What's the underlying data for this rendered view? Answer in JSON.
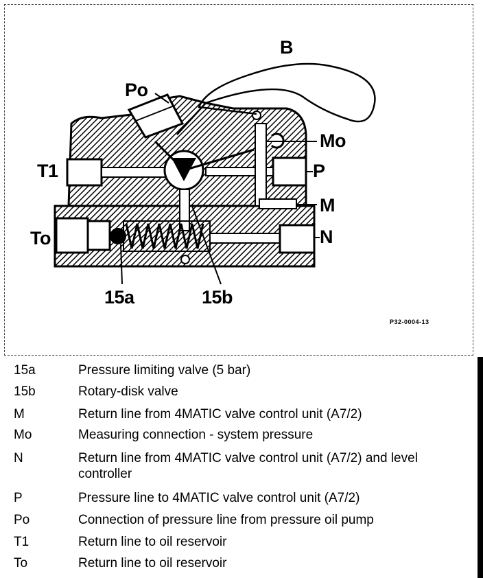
{
  "figure": {
    "callouts": {
      "B": "B",
      "Po": "Po",
      "Mo": "Mo",
      "T1": "T1",
      "P": "P",
      "M": "M",
      "To": "To",
      "N": "N",
      "15a": "15a",
      "15b": "15b"
    },
    "figure_code": "P32-0004-13"
  },
  "legend": [
    {
      "key": "15a",
      "text": "Pressure limiting valve (5 bar)"
    },
    {
      "key": "15b",
      "text": "Rotary-disk valve"
    },
    {
      "key": "M",
      "text": "Return line from 4MATIC valve control unit (A7/2)"
    },
    {
      "key": "Mo",
      "text": "Measuring connection - system pressure"
    },
    {
      "key": "N",
      "text": "Return line from 4MATIC valve control unit (A7/2) and level controller"
    },
    {
      "key": "P",
      "text": "Pressure line to 4MATIC valve control unit (A7/2)"
    },
    {
      "key": "Po",
      "text": "Connection of pressure line from pressure oil pump"
    },
    {
      "key": "T1",
      "text": "Return line to oil reservoir"
    },
    {
      "key": "To",
      "text": "Return line to oil reservoir"
    }
  ]
}
